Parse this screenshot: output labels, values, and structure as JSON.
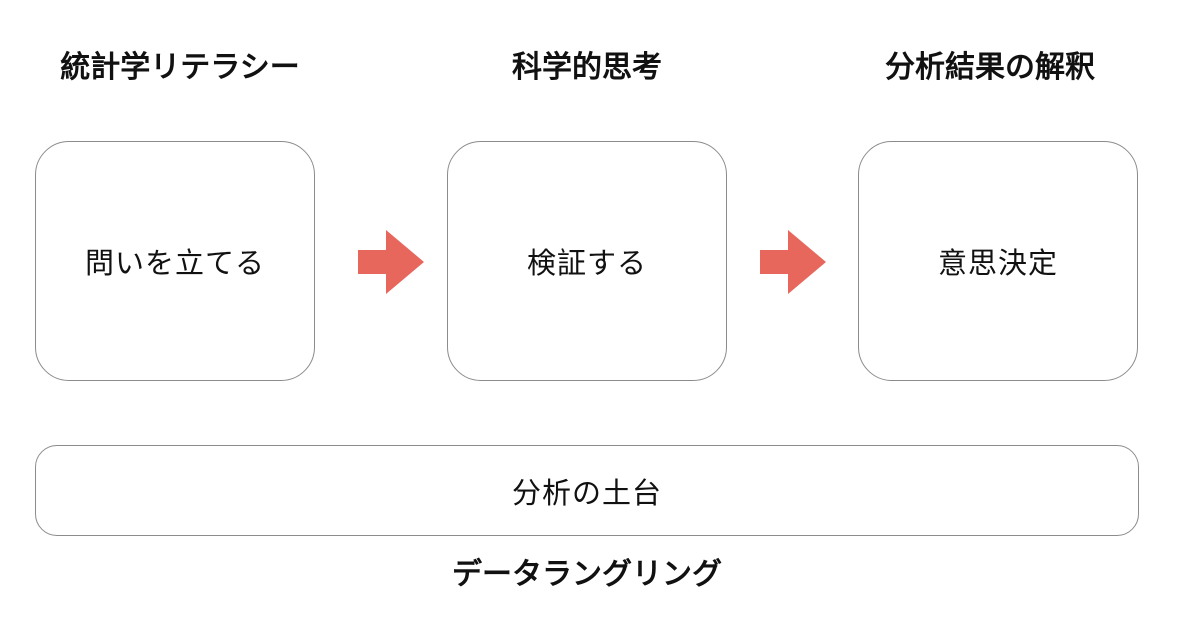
{
  "headings": {
    "left": "統計学リテラシー",
    "center": "科学的思考",
    "right": "分析結果の解釈"
  },
  "steps": [
    {
      "label": "問いを立てる"
    },
    {
      "label": "検証する"
    },
    {
      "label": "意思決定"
    }
  ],
  "foundation": {
    "label": "分析の土台"
  },
  "bottom_heading": "データラングリング",
  "colors": {
    "arrow": "#e8675d",
    "box_border": "#8c8c8c",
    "text": "#111111"
  }
}
